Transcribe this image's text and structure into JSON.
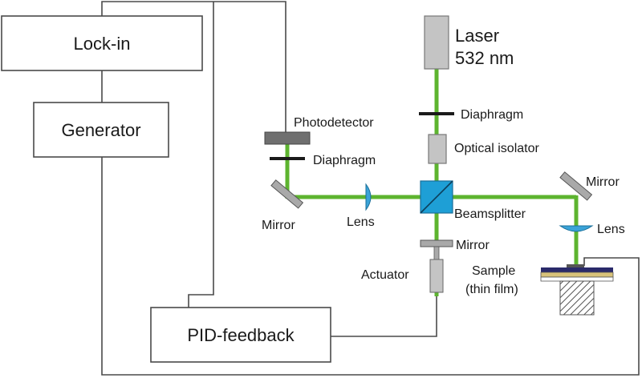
{
  "blocks": {
    "lockin": "Lock-in",
    "generator": "Generator",
    "pid": "PID-feedback"
  },
  "components": {
    "laser_line1": "Laser",
    "laser_line2": "532 nm",
    "diaphragm_top": "Diaphragm",
    "isolator": "Optical isolator",
    "photodetector": "Photodetector",
    "diaphragm_left": "Diaphragm",
    "mirror_left": "Mirror",
    "lens_left": "Lens",
    "beamsplitter": "Beamsplitter",
    "mirror_right": "Mirror",
    "lens_right": "Lens",
    "mirror_bottom": "Mirror",
    "actuator": "Actuator",
    "sample_line1": "Sample",
    "sample_line2": "(thin film)"
  },
  "colors": {
    "beam": "#5db42f",
    "beamsplitter": "#1e9fd6",
    "lens": "#3aa3d8",
    "laser_body": "#c4c4c4",
    "sample_top": "#2a2a6a",
    "sample_middle": "#d8c27a"
  }
}
